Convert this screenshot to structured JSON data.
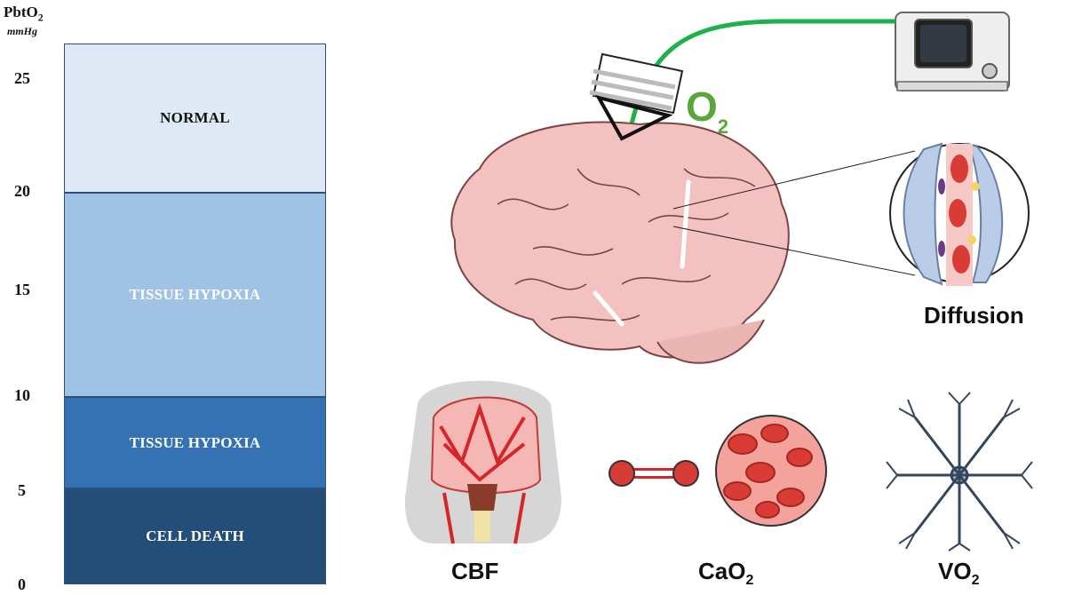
{
  "axis": {
    "title": "PbtO",
    "title_sub": "2",
    "unit": "mmHg",
    "ticks": [
      "25",
      "20",
      "15",
      "10",
      "5",
      "0"
    ]
  },
  "zones": [
    {
      "label": "NORMAL",
      "range": [
        20,
        26
      ],
      "fill": "#dfe9f6",
      "text_color": "#111111"
    },
    {
      "label": "TISSUE HYPOXIA",
      "range": [
        10,
        20
      ],
      "fill": "#a0c2e4",
      "text_color": "#ffffff"
    },
    {
      "label": "TISSUE HYPOXIA",
      "range": [
        5,
        10
      ],
      "fill": "#3572b4",
      "text_color": "#ffffff"
    },
    {
      "label": "CELL DEATH",
      "range": [
        0,
        5
      ],
      "fill": "#234e79",
      "text_color": "#ffffff"
    }
  ],
  "illustration": {
    "o2_label": "O",
    "o2_sub": "2",
    "diffusion_label": "Diffusion",
    "cbf_label": "CBF",
    "cao2_label": "CaO",
    "cao2_sub": "2",
    "vo2_label": "VO",
    "vo2_sub": "2",
    "colors": {
      "probe_line": "#1db04b",
      "o2_text": "#5aa63c",
      "brain": "#f3c1c0",
      "vessel": "#d4262b",
      "rbc": "#d83c34"
    }
  }
}
